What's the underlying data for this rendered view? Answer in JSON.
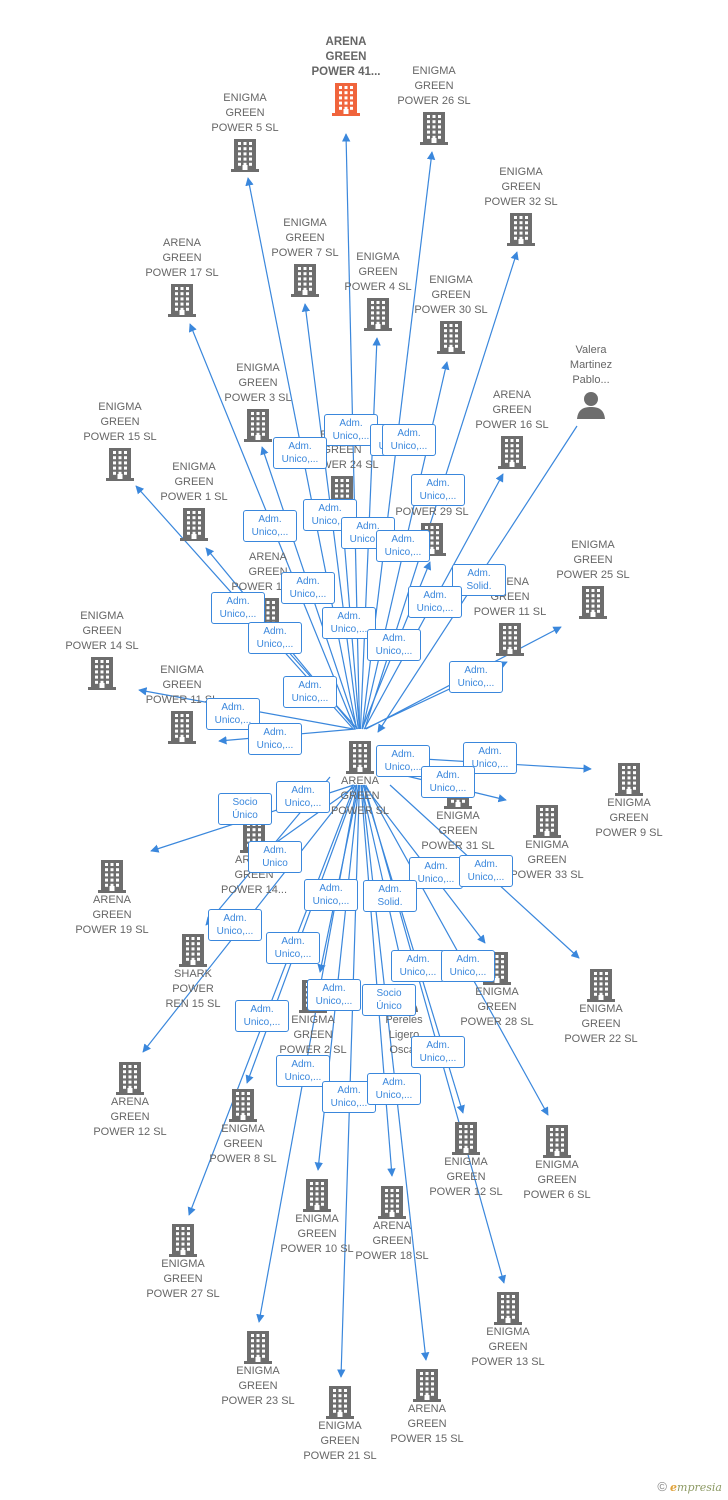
{
  "colors": {
    "edge": "#3a87dc",
    "building": "#6d6d6d",
    "building_highlight": "#f0643c",
    "person": "#6d6d6d",
    "label": "#666666"
  },
  "center_node": {
    "id": "center",
    "label": "ARENA\nGREEN\nPOWER  SL",
    "icon": "building-icon"
  },
  "nodes": [
    {
      "id": "n1",
      "label": "ARENA\nGREEN\nPOWER 41...",
      "icon": "building-icon",
      "highlight": true
    },
    {
      "id": "n2",
      "label": "ENIGMA\nGREEN\nPOWER 26  SL",
      "icon": "building-icon"
    },
    {
      "id": "n3",
      "label": "ENIGMA\nGREEN\nPOWER 5  SL",
      "icon": "building-icon"
    },
    {
      "id": "n4",
      "label": "ENIGMA\nGREEN\nPOWER 32  SL",
      "icon": "building-icon"
    },
    {
      "id": "n5",
      "label": "ENIGMA\nGREEN\nPOWER 7  SL",
      "icon": "building-icon"
    },
    {
      "id": "n6",
      "label": "ARENA\nGREEN\nPOWER 17  SL",
      "icon": "building-icon"
    },
    {
      "id": "n7",
      "label": "ENIGMA\nGREEN\nPOWER 4  SL",
      "icon": "building-icon"
    },
    {
      "id": "n8",
      "label": "ENIGMA\nGREEN\nPOWER 30  SL",
      "icon": "building-icon"
    },
    {
      "id": "n9",
      "label": "Valera\nMartinez\nPablo...",
      "icon": "person-icon"
    },
    {
      "id": "n10",
      "label": "ENIGMA\nGREEN\nPOWER 3  SL",
      "icon": "building-icon"
    },
    {
      "id": "n11",
      "label": "ENIGMA\nGREEN\nPOWER 15  SL",
      "icon": "building-icon"
    },
    {
      "id": "n12",
      "label": "ARENA\nGREEN\nPOWER 16  SL",
      "icon": "building-icon"
    },
    {
      "id": "n13",
      "label": "ENIGMA\nGREEN\nPOWER 24  SL",
      "icon": "building-icon"
    },
    {
      "id": "n14",
      "label": "ENIGMA\nGREEN\nPOWER 1  SL",
      "icon": "building-icon"
    },
    {
      "id": "n15",
      "label": "ENIGMA\nGREEN\nPOWER 29  SL",
      "icon": "building-icon"
    },
    {
      "id": "n16",
      "label": "ENIGMA\nGREEN\nPOWER 25  SL",
      "icon": "building-icon"
    },
    {
      "id": "n17",
      "label": "ARENA\nGREEN\nPOWER 13  SL",
      "icon": "building-icon"
    },
    {
      "id": "n18",
      "label": "ARENA\nGREEN\nPOWER 11  SL",
      "icon": "building-icon"
    },
    {
      "id": "n19",
      "label": "ENIGMA\nGREEN\nPOWER 14  SL",
      "icon": "building-icon"
    },
    {
      "id": "n20",
      "label": "ENIGMA\nGREEN\nPOWER 11  SL",
      "icon": "building-icon"
    },
    {
      "id": "n21",
      "label": "ENIGMA\nGREEN\nPOWER 9  SL",
      "icon": "building-icon"
    },
    {
      "id": "n22",
      "label": "ENIGMA\nGREEN\nPOWER 31  SL",
      "icon": "building-icon"
    },
    {
      "id": "n23",
      "label": "ENIGMA\nGREEN\nPOWER 33  SL",
      "icon": "building-icon"
    },
    {
      "id": "n24",
      "label": "ARENA\nGREEN\nPOWER 14...",
      "icon": "building-icon"
    },
    {
      "id": "n25",
      "label": "ARENA\nGREEN\nPOWER 19  SL",
      "icon": "building-icon"
    },
    {
      "id": "n26",
      "label": "SHARK\nPOWER\nREN 15  SL",
      "icon": "building-icon"
    },
    {
      "id": "n27",
      "label": "ENIGMA\nGREEN\nPOWER 28  SL",
      "icon": "building-icon"
    },
    {
      "id": "n28",
      "label": "ENIGMA\nGREEN\nPOWER 22  SL",
      "icon": "building-icon"
    },
    {
      "id": "n29",
      "label": "ENIGMA\nGREEN\nPOWER 2  SL",
      "icon": "building-icon"
    },
    {
      "id": "n30",
      "label": "Pereles\nLigero\nOscar",
      "icon": "person-icon"
    },
    {
      "id": "n31",
      "label": "ARENA\nGREEN\nPOWER 12  SL",
      "icon": "building-icon"
    },
    {
      "id": "n32",
      "label": "ENIGMA\nGREEN\nPOWER 8  SL",
      "icon": "building-icon"
    },
    {
      "id": "n33",
      "label": "ENIGMA\nGREEN\nPOWER 12  SL",
      "icon": "building-icon"
    },
    {
      "id": "n34",
      "label": "ENIGMA\nGREEN\nPOWER 6  SL",
      "icon": "building-icon"
    },
    {
      "id": "n35",
      "label": "ENIGMA\nGREEN\nPOWER 10  SL",
      "icon": "building-icon"
    },
    {
      "id": "n36",
      "label": "ARENA\nGREEN\nPOWER 18  SL",
      "icon": "building-icon"
    },
    {
      "id": "n37",
      "label": "ENIGMA\nGREEN\nPOWER 27  SL",
      "icon": "building-icon"
    },
    {
      "id": "n38",
      "label": "ENIGMA\nGREEN\nPOWER 13  SL",
      "icon": "building-icon"
    },
    {
      "id": "n39",
      "label": "ENIGMA\nGREEN\nPOWER 23  SL",
      "icon": "building-icon"
    },
    {
      "id": "n40",
      "label": "ARENA\nGREEN\nPOWER 15  SL",
      "icon": "building-icon"
    },
    {
      "id": "n41",
      "label": "ENIGMA\nGREEN\nPOWER 21  SL",
      "icon": "building-icon"
    }
  ],
  "relations": [
    {
      "label": "Adm.\nUnico,...",
      "target": "n1"
    },
    {
      "label": "Adm.\nUnico,...",
      "target": "n2"
    },
    {
      "label": "Adm.\nUnico,...",
      "target": "n3"
    },
    {
      "label": "Adm.\nUnico,...",
      "target": "n4"
    },
    {
      "label": "Adm.\nUnico,...",
      "target": "n5"
    },
    {
      "label": "Adm.\nUnico,...",
      "target": "n6"
    },
    {
      "label": "Adm.\nUnico,...",
      "target": "n7"
    },
    {
      "label": "Adm.\nUnico,...",
      "target": "n8"
    },
    {
      "label": "Adm.\nSolid.",
      "target": "n9"
    },
    {
      "label": "Adm.\nUnico,...",
      "target": "n10"
    },
    {
      "label": "Adm.\nUnico,...",
      "target": "n11"
    },
    {
      "label": "Adm.\nUnico,...",
      "target": "n12"
    },
    {
      "label": "Adm.\nUnico,...",
      "target": "n13"
    },
    {
      "label": "Adm.\nUnico,...",
      "target": "n14"
    },
    {
      "label": "Adm.\nUnico,...",
      "target": "n15"
    },
    {
      "label": "Adm.\nUnico,...",
      "target": "n16"
    },
    {
      "label": "Adm.\nUnico,...",
      "target": "n17"
    },
    {
      "label": "Adm.\nUnico,...",
      "target": "n18"
    },
    {
      "label": "Adm.\nUnico,...",
      "target": "n19"
    },
    {
      "label": "Adm.\nUnico,...",
      "target": "n20"
    },
    {
      "label": "Adm.\nUnico,...",
      "target": "n21"
    },
    {
      "label": "Adm.\nUnico,...",
      "target": "n22"
    },
    {
      "label": "Adm.\nUnico,...",
      "target": "n23"
    },
    {
      "label": "Adm.\nUnico",
      "target": "n24"
    },
    {
      "label": "Socio\nÚnico",
      "target": "n25"
    },
    {
      "label": "Adm.\nUnico,...",
      "target": "n26"
    },
    {
      "label": "Adm.\nUnico,...",
      "target": "n27"
    },
    {
      "label": "Adm.\nUnico,...",
      "target": "n28"
    },
    {
      "label": "Adm.\nUnico,...",
      "target": "n29"
    },
    {
      "label": "Socio\nÚnico",
      "target": "n30"
    },
    {
      "label": "Adm.\nUnico,...",
      "target": "n31"
    },
    {
      "label": "Adm.\nUnico,...",
      "target": "n32"
    },
    {
      "label": "Adm.\nUnico,...",
      "target": "n33"
    },
    {
      "label": "Adm.\nUnico,...",
      "target": "n34"
    },
    {
      "label": "Adm.\nUnico,...",
      "target": "n35"
    },
    {
      "label": "Adm.\nSolid.",
      "target": "n36"
    },
    {
      "label": "Adm.\nUnico,...",
      "target": "n37"
    },
    {
      "label": "Adm.\nUnico,...",
      "target": "n38"
    },
    {
      "label": "Adm.\nUnico,...",
      "target": "n39"
    },
    {
      "label": "Adm.\nUnico,...",
      "target": "n40"
    },
    {
      "label": "Adm.\nUnico,...",
      "target": "n41"
    }
  ],
  "footer": {
    "copyright_symbol": "©",
    "brand_initial": "e",
    "brand_rest": "mpresia"
  }
}
